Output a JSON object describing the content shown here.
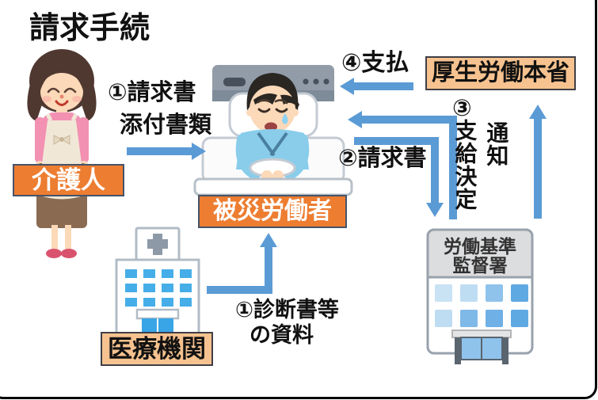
{
  "colors": {
    "arrow": "#5B9BD5",
    "node_orange": "#ED7D31",
    "node_orange_border": "#44546A",
    "node_peach": "#F6C28F",
    "node_peach_border": "#3F3F46",
    "text": "#111111"
  },
  "title": "請求手続",
  "nodes": {
    "caregiver": {
      "label": "介護人"
    },
    "injured_worker": {
      "label": "被災労働者"
    },
    "medical_institution": {
      "label": "医療機関"
    },
    "mhlw_headquarters": {
      "label": "厚生労働本省"
    },
    "labor_standards_office": {
      "sign_line1": "労働基準",
      "sign_line2": "監督署"
    }
  },
  "flows": {
    "claim_documents": {
      "line1": "①請求書",
      "line2": "添付書類"
    },
    "medical_documents": {
      "line1": "①診断書等",
      "line2": "の資料"
    },
    "claim_form": {
      "label": "②請求書"
    },
    "decision_notice": {
      "number": "③",
      "column1": "支給決定",
      "column2": "通知"
    },
    "payment": {
      "label": "④支払"
    }
  }
}
